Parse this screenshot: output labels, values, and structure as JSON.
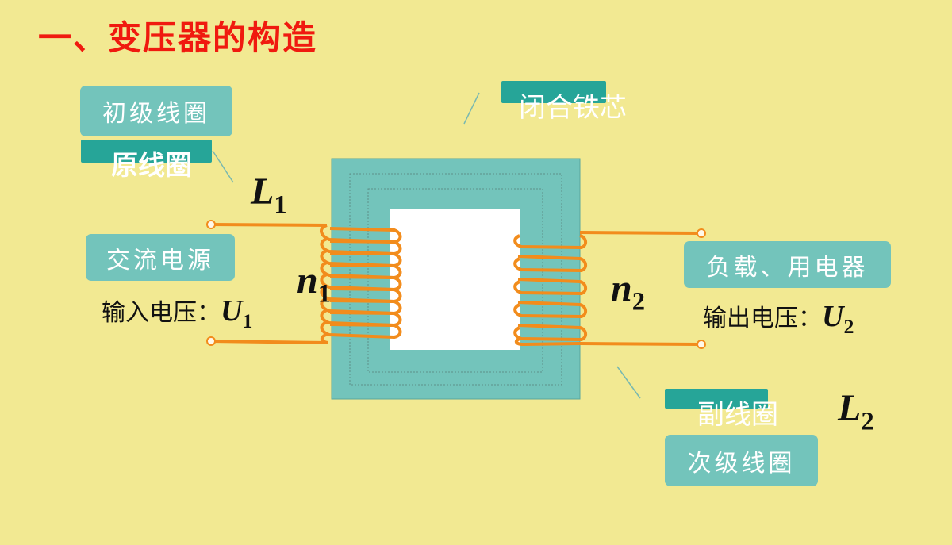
{
  "title": "一、变压器的构造",
  "labels": {
    "primary_coil": "初级线圈",
    "primary_coil_alt": "原线圈",
    "core": "闭合铁芯",
    "ac_source": "交流电源",
    "input_voltage_text": "输入电压：",
    "load": "负载、用电器",
    "output_voltage_text": "输出电压：",
    "secondary_coil_alt": "副线圈",
    "secondary_coil": "次级线圈"
  },
  "symbols": {
    "L1": {
      "main": "L",
      "sub": "1"
    },
    "L2": {
      "main": "L",
      "sub": "2"
    },
    "n1": {
      "main": "n",
      "sub": "1"
    },
    "n2": {
      "main": "n",
      "sub": "2"
    },
    "U1": {
      "main": "U",
      "sub": "1"
    },
    "U2": {
      "main": "U",
      "sub": "2"
    }
  },
  "colors": {
    "background": "#f2e992",
    "title": "#f01a0f",
    "core": "#73c4bb",
    "label_box": "#73c4bb",
    "label_tab": "#26a598",
    "coil": "#f28c1c",
    "wire": "#f28c1c"
  }
}
